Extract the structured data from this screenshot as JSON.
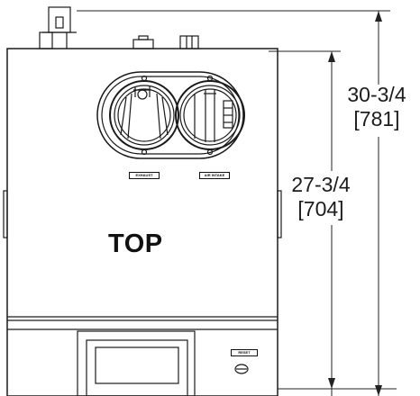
{
  "diagram": {
    "label_top": "TOP",
    "overall_height": {
      "fraction": "30-3/4",
      "metric": "[781]"
    },
    "body_height": {
      "fraction": "27-3/4",
      "metric": "[704]"
    },
    "ports": {
      "exhaust_label": "EXHAUST",
      "intake_label": "AIR INTAKE"
    },
    "reset_label": "RESET"
  }
}
